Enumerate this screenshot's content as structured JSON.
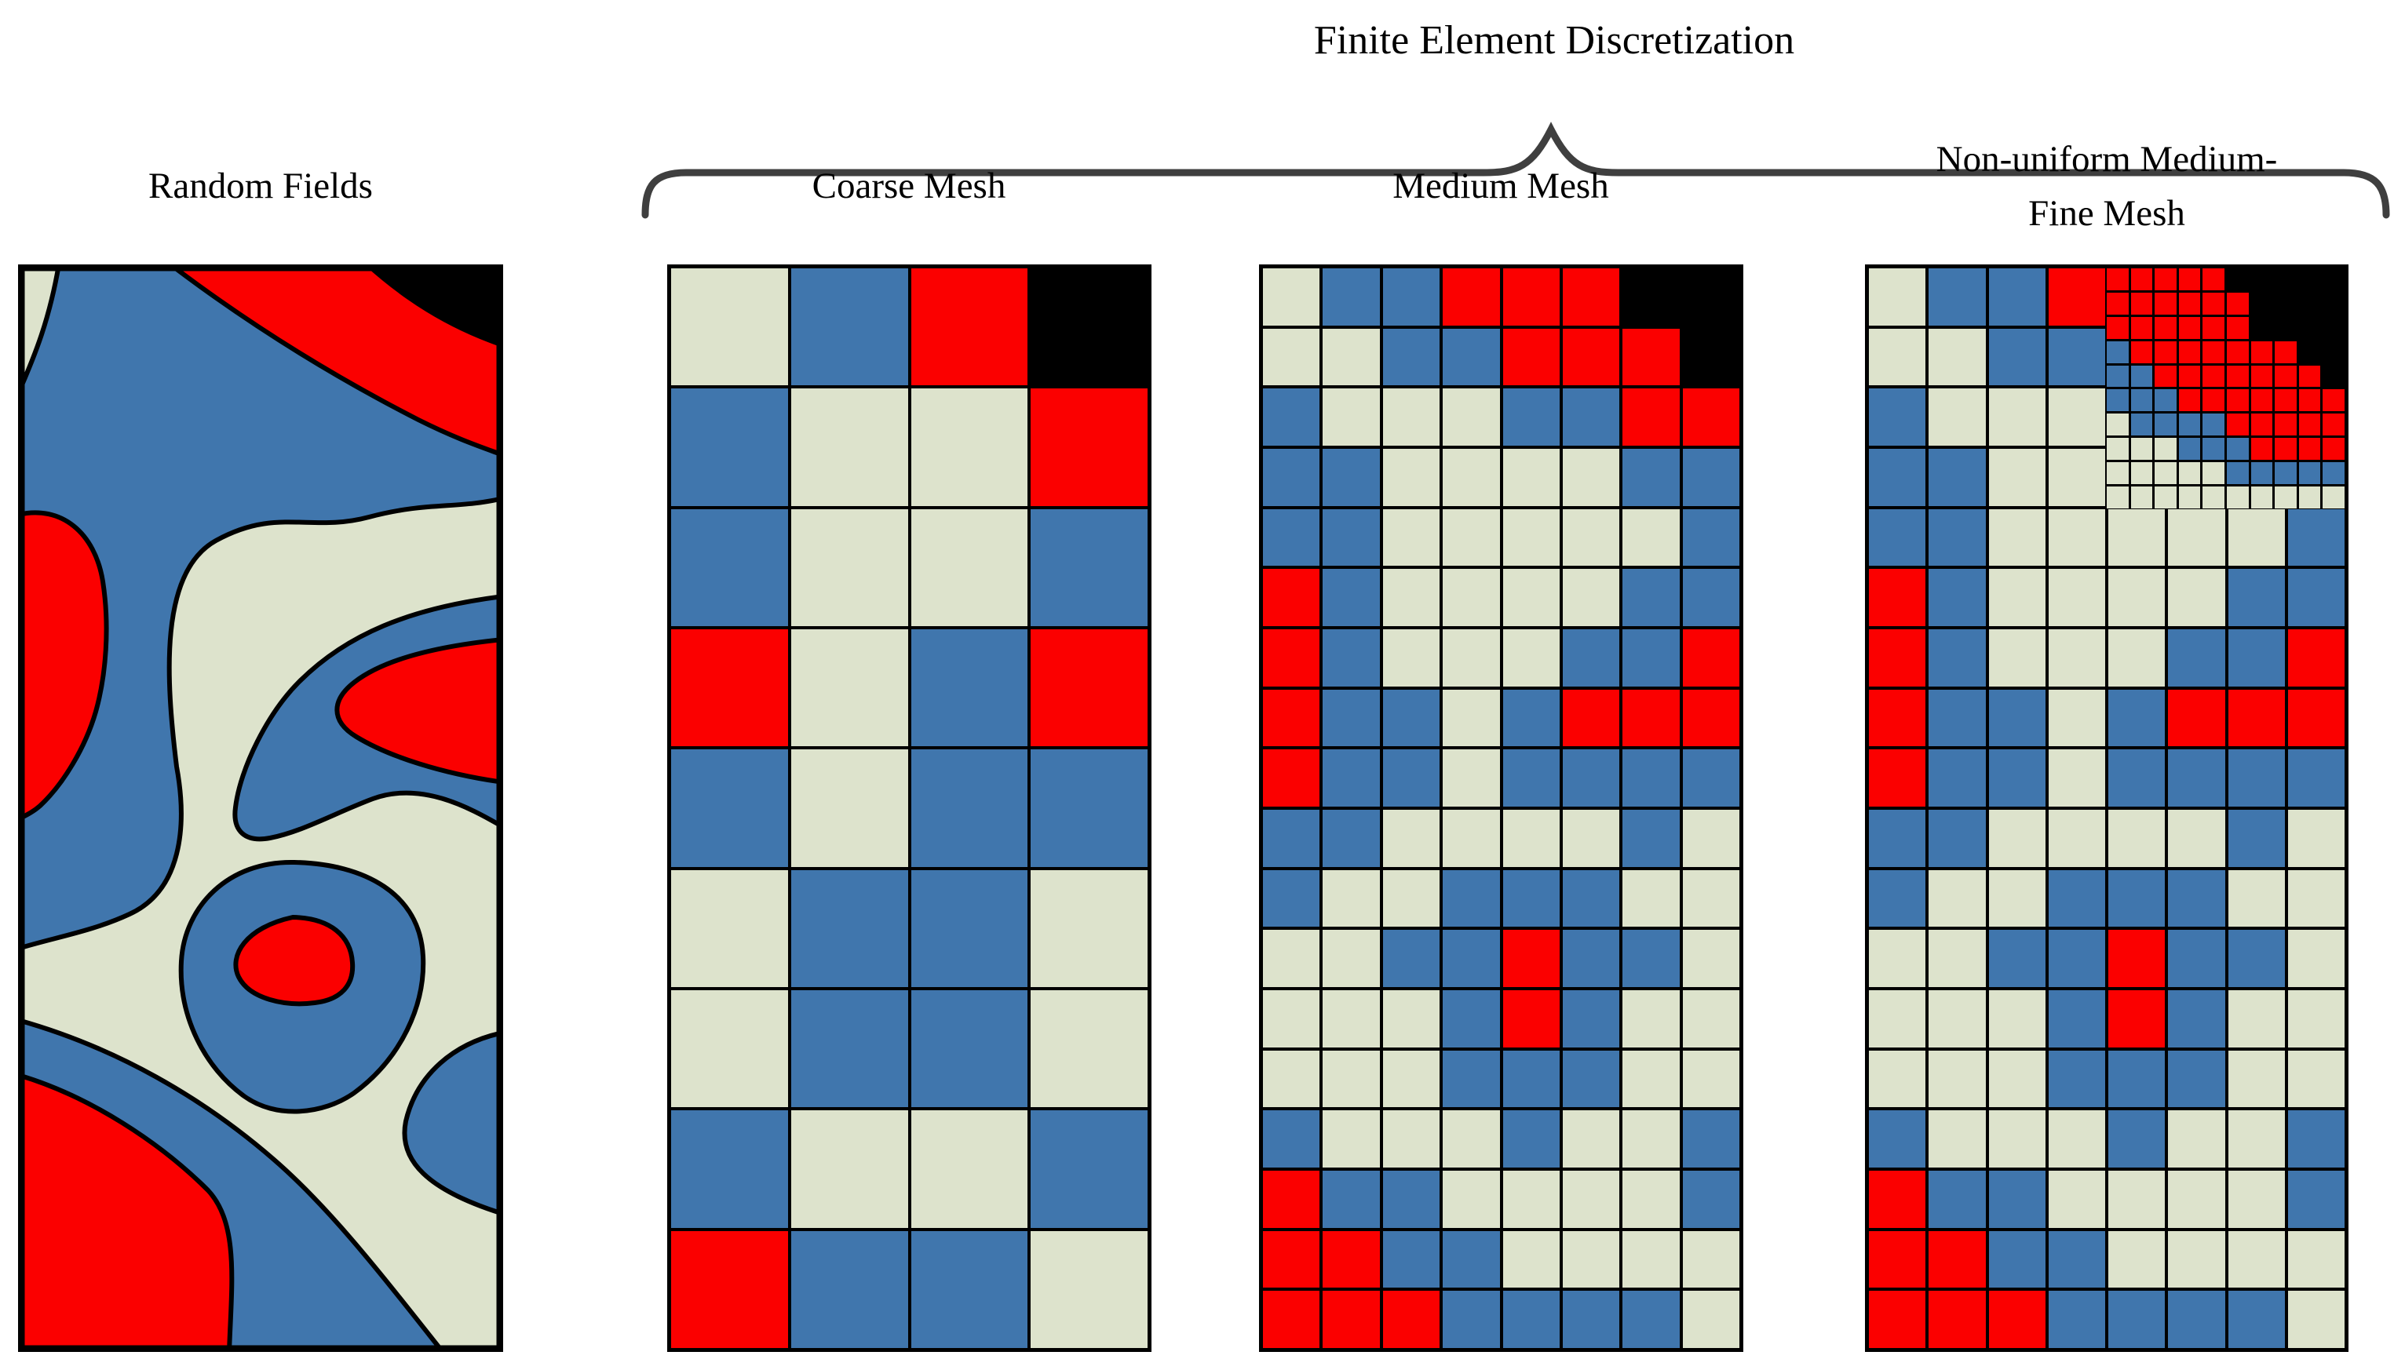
{
  "title": "Finite Element Discretization",
  "palette": {
    "cream": "#dde3cc",
    "blue": "#4076ad",
    "red": "#fb0000",
    "black": "#000000",
    "line": "#000000",
    "brace": "#3f3f3f"
  },
  "codes": {
    "C": "cream",
    "B": "blue",
    "R": "red",
    "K": "black"
  },
  "panels": {
    "random_fields": {
      "label": "Random Fields"
    },
    "coarse": {
      "label": "Coarse Mesh"
    },
    "medium": {
      "label": "Medium Mesh"
    },
    "nonuniform": {
      "label": "Non-uniform Medium-Fine Mesh",
      "lines": [
        "Non-uniform Medium-",
        "Fine Mesh"
      ]
    }
  },
  "meshes": {
    "coarse": {
      "cols": 4,
      "rows": 9,
      "cells": [
        "CBRK",
        "BCCR",
        "BCCB",
        "RCBR",
        "BCBB",
        "CBBC",
        "CBBC",
        "BCCB",
        "RBBC"
      ]
    },
    "medium": {
      "cols": 8,
      "rows": 18,
      "cells": [
        "CBBRRRKK",
        "CCBBRRRK",
        "BCCCBBRR",
        "BBCCCCBB",
        "BBCCCCCB",
        "RBCCCCBB",
        "RBCCCBBR",
        "RBBCBRRR",
        "RBBCBBBB",
        "BBCCCCBC",
        "BCCBBBCC",
        "CCBBRBBC",
        "CCCBRBCC",
        "CCCBBBCC",
        "BCCCBCCB",
        "RBBCCCCB",
        "RRBBCCCC",
        "RRRBBBBC"
      ]
    },
    "nonuniform_base": {
      "cols": 8,
      "rows": 18,
      "hide_region": {
        "rows": 4,
        "col_start": 4
      },
      "cells": [
        "CBBRRRKK",
        "CCBBRRRK",
        "BCCCBBRR",
        "BBCCCCBB",
        "BBCCCCCB",
        "RBCCCCBB",
        "RBCCCBBR",
        "RBBCBRRR",
        "RBBCBBBB",
        "BBCCCCBC",
        "BCCBBBCC",
        "CCBBRBBC",
        "CCCBRBCC",
        "CCCBBBCC",
        "BCCCBCCB",
        "RBBCCCCB",
        "RRBBCCCC",
        "RRRBBBBC"
      ]
    },
    "nonuniform_fine": {
      "cols": 10,
      "rows": 10,
      "cells": [
        "RRRRRKKKKK",
        "RRRRRRKKKK",
        "RRRRRRKKKK",
        "BRRRRRRRKK",
        "BBRRRRRRRK",
        "BBBRRRRRRR",
        "CBBBBRRRRR",
        "CCCBBBRRRR",
        "CCCCCBBBBB",
        "CCCCCCCCCC"
      ]
    }
  }
}
